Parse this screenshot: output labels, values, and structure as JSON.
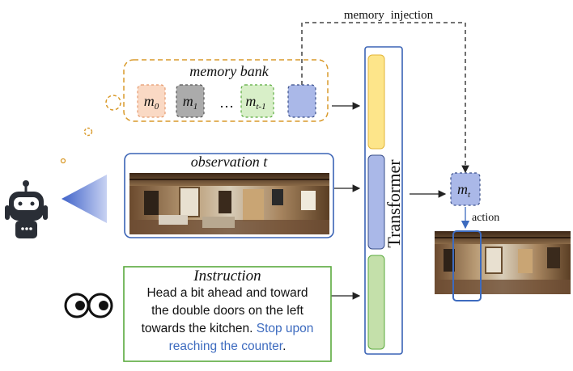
{
  "colors": {
    "memory_orange": "#d99a2b",
    "obs_blue": "#3a63b5",
    "instr_green": "#5aaa3e",
    "transformer_yellow": "#fde58a",
    "transformer_blue": "#aab8e8",
    "transformer_green": "#c4e0aa",
    "highlight_blue": "#3d6bbf"
  },
  "labels": {
    "memory_injection": "memory injection",
    "memory_bank": "memory bank",
    "m0": "m",
    "m0_sub": "0",
    "m1": "m",
    "m1_sub": "1",
    "ellipsis": "…",
    "mt1": "m",
    "mt1_sub": "t-1",
    "observation": "observation t",
    "transformer": "Transformer",
    "mt": "m",
    "mt_sub": "t",
    "action": "action",
    "instruction_title": "Instruction"
  },
  "instruction": {
    "line1": "Head a bit ahead and toward",
    "line2": "the double doors on the left",
    "line3_plain": "towards the kitchen. ",
    "line3_blue": "Stop upon",
    "line4_blue": "reaching the counter",
    "line4_end": "."
  },
  "icons": {
    "agent": "robot-icon",
    "eyes": "eyes-icon",
    "view_cone": "view-cone-icon",
    "thought_bubbles": "thought-bubble-icon"
  }
}
